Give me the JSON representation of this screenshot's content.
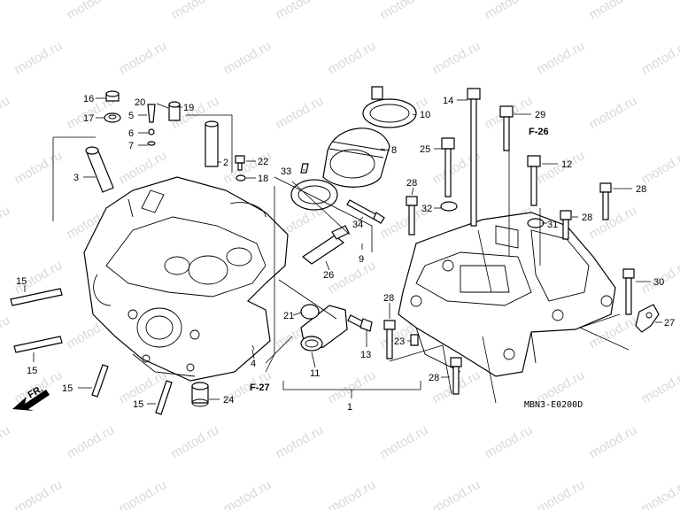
{
  "diagram": {
    "code": "MBN3-E0200D",
    "watermark": "motod.ru",
    "front_marker": "FR.",
    "refs": {
      "f26": "F-26",
      "f27": "F-27"
    },
    "callouts": {
      "n1": "1",
      "n2": "2",
      "n3": "3",
      "n4": "4",
      "n5": "5",
      "n6": "6",
      "n7": "7",
      "n8": "8",
      "n9": "9",
      "n10": "10",
      "n11": "11",
      "n12": "12",
      "n13": "13",
      "n14": "14",
      "n15": "15",
      "n16": "16",
      "n17": "17",
      "n18": "18",
      "n19": "19",
      "n20": "20",
      "n21": "21",
      "n22": "22",
      "n23": "23",
      "n24": "24",
      "n25": "25",
      "n26": "26",
      "n27": "27",
      "n28": "28",
      "n29": "29",
      "n30": "30",
      "n31": "31",
      "n32": "32",
      "n33": "33",
      "n34": "34"
    }
  }
}
